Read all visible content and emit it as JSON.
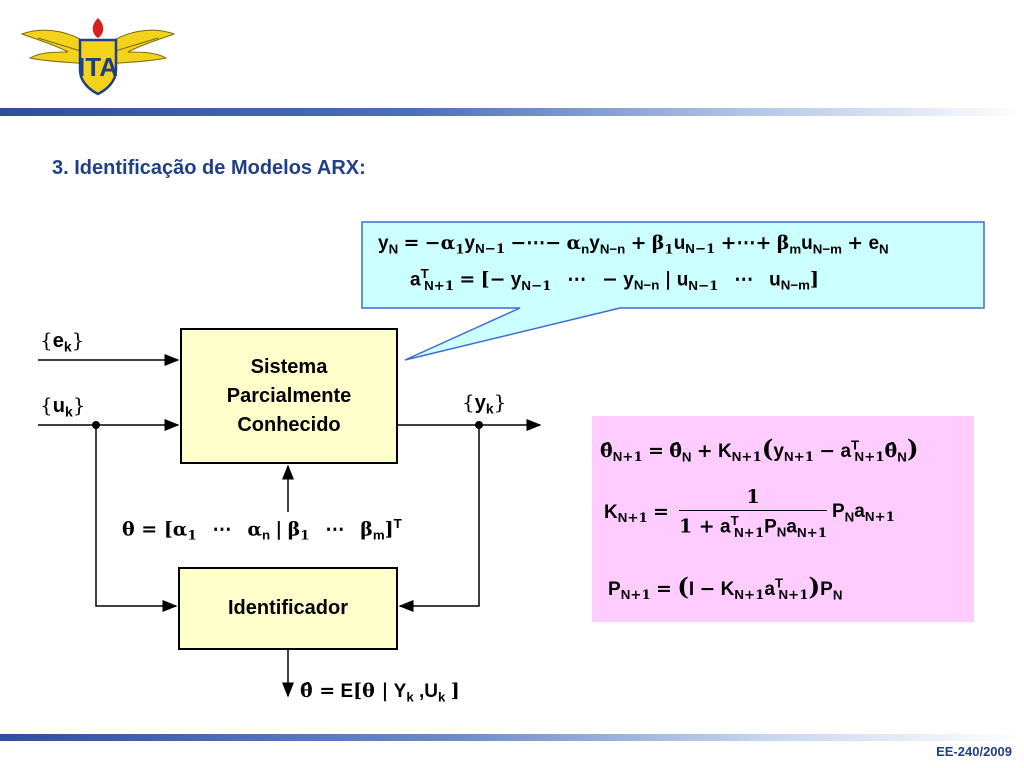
{
  "logo": {
    "text": "ITA"
  },
  "slide_title": "3. Identificação de Modelos ARX:",
  "footer": "EE-240/2009",
  "blocks": {
    "system_lines": [
      "Sistema",
      "Parcialmente",
      "Conhecido"
    ],
    "identifier": "Identificador"
  },
  "signals": {
    "noise": {
      "sym": "e",
      "sub": "k"
    },
    "input": {
      "sym": "u",
      "sub": "k"
    },
    "output": {
      "sym": "y",
      "sub": "k"
    }
  },
  "colors": {
    "accent_blue": "#1f3f86",
    "block_fill": "#ffffcc",
    "callout_fill": "#ccffff",
    "callout_border": "#3f6bd1",
    "pink_box_fill": "#ffccff",
    "logo_yellow": "#f2d21b",
    "logo_red": "#d42020"
  }
}
